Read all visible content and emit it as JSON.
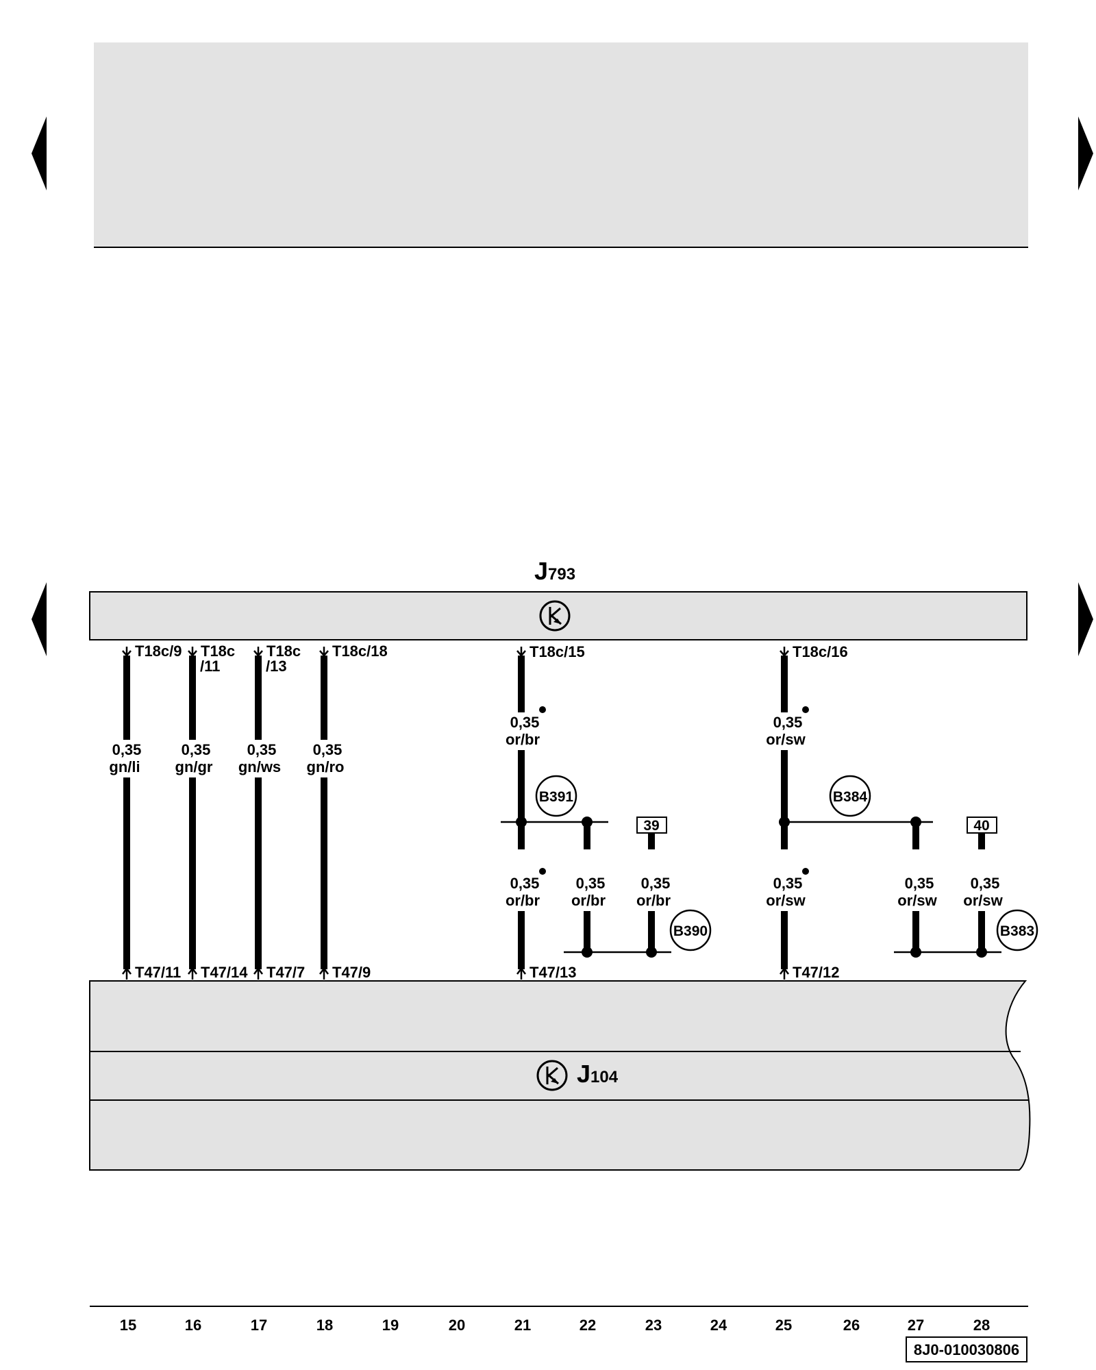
{
  "components": {
    "top": {
      "prefix": "J",
      "suffix": "793"
    },
    "bottom": {
      "prefix": "J",
      "suffix": "104"
    }
  },
  "wires": [
    {
      "top_pin": "T18c/9",
      "size": "0,35",
      "color": "gn/li",
      "bottom_pin": "T47/11"
    },
    {
      "top_pin": "T18c",
      "top_pin_2": "/11",
      "size": "0,35",
      "color": "gn/gr",
      "bottom_pin": "T47/14"
    },
    {
      "top_pin": "T18c",
      "top_pin_2": "/13",
      "size": "0,35",
      "color": "gn/ws",
      "bottom_pin": "T47/7"
    },
    {
      "top_pin": "T18c/18",
      "size": "0,35",
      "color": "gn/ro",
      "bottom_pin": "T47/9"
    }
  ],
  "branch_a": {
    "top_pin": "T18c/15",
    "upper": {
      "size": "0,35",
      "color": "or/br"
    },
    "junction_upper": "B391",
    "lower_left": {
      "size": "0,35",
      "color": "or/br"
    },
    "lower_mid": {
      "size": "0,35",
      "color": "or/br"
    },
    "lower_right": {
      "size": "0,35",
      "color": "or/br"
    },
    "ref_box": "39",
    "junction_lower": "B390",
    "bottom_pin": "T47/13"
  },
  "branch_b": {
    "top_pin": "T18c/16",
    "upper": {
      "size": "0,35",
      "color": "or/sw"
    },
    "junction_upper": "B384",
    "lower_left": {
      "size": "0,35",
      "color": "or/sw"
    },
    "lower_mid": {
      "size": "0,35",
      "color": "or/sw"
    },
    "lower_right": {
      "size": "0,35",
      "color": "or/sw"
    },
    "ref_box": "40",
    "junction_lower": "B383",
    "bottom_pin": "T47/12"
  },
  "grid_numbers": [
    "15",
    "16",
    "17",
    "18",
    "19",
    "20",
    "21",
    "22",
    "23",
    "24",
    "25",
    "26",
    "27",
    "28"
  ],
  "drawing_id": "8J0-010030806",
  "colors": {
    "panel_fill": "#e3e3e3",
    "line": "#000000"
  }
}
